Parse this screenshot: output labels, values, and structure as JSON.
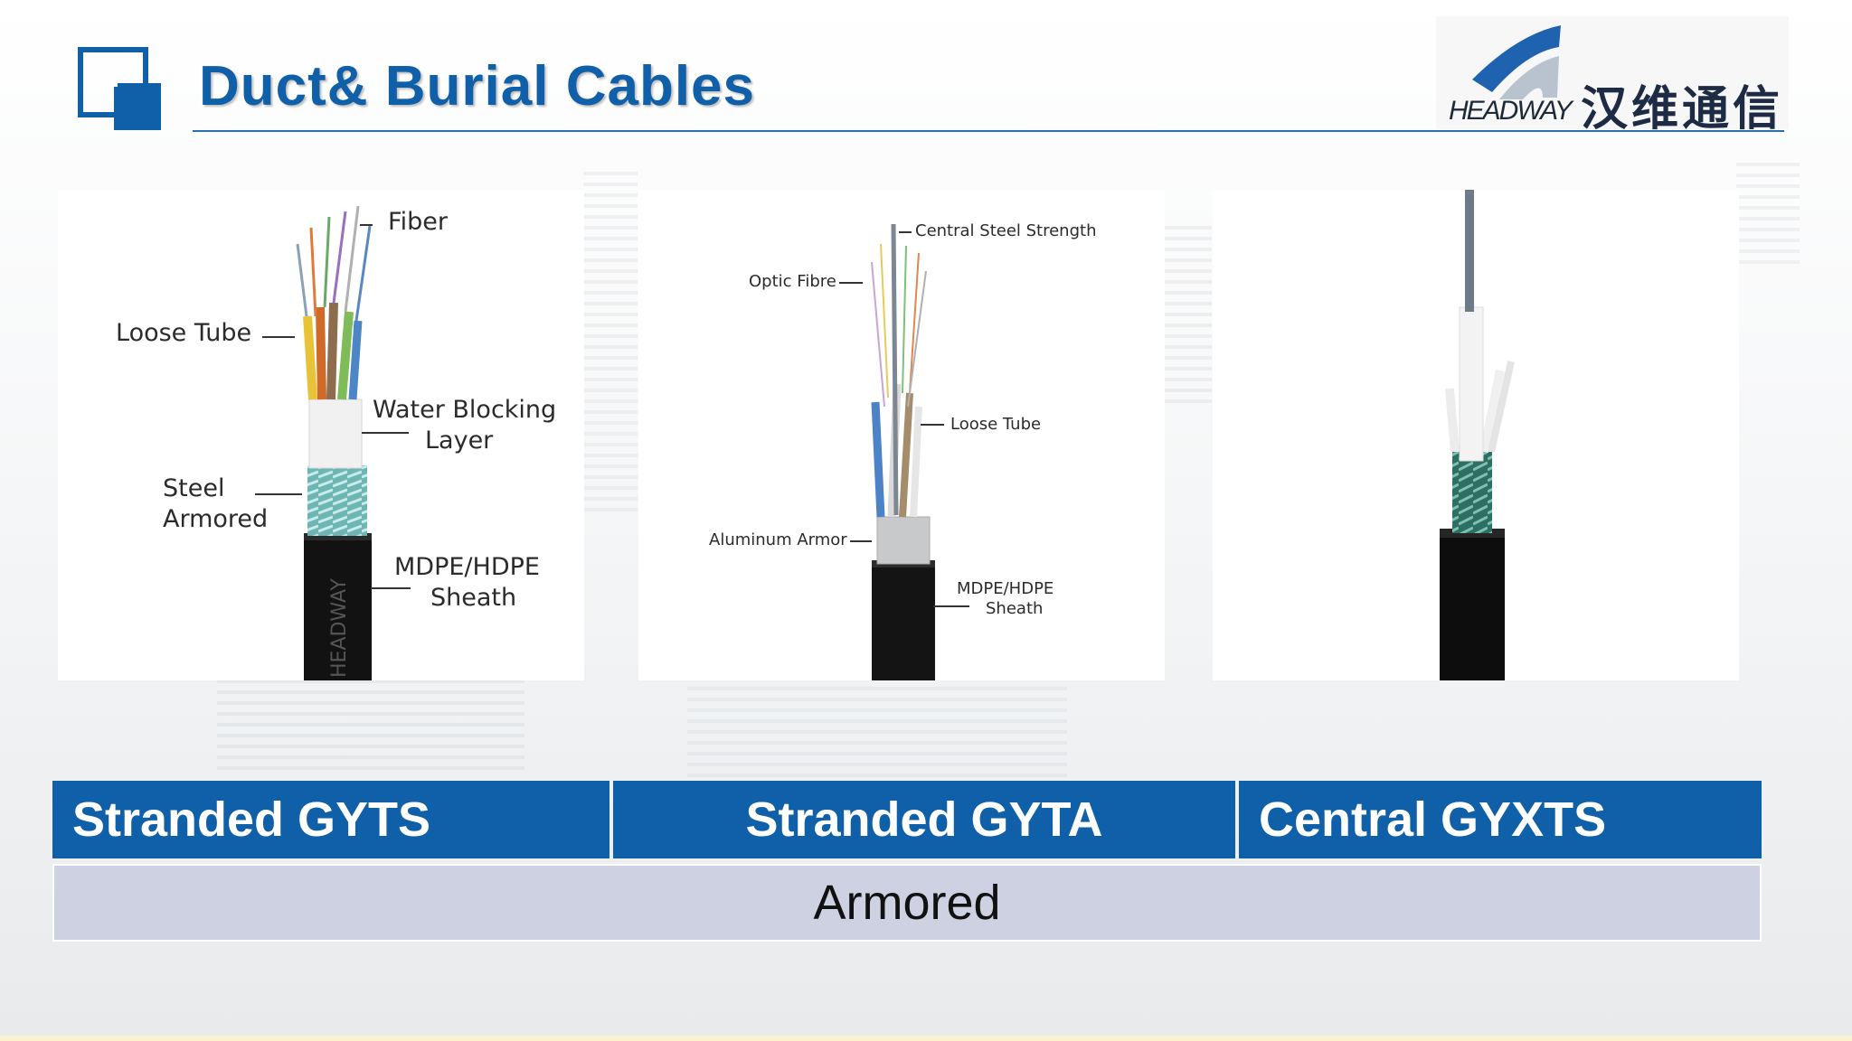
{
  "header": {
    "title": "Duct& Burial Cables",
    "logo_en": "HEADWAY",
    "logo_cn": "汉维通信",
    "accent_color": "#0f5fa9"
  },
  "panels": [
    {
      "labels": {
        "fiber": "Fiber",
        "loose_tube": "Loose Tube",
        "water_blocking_1": "Water Blocking",
        "water_blocking_2": "Layer",
        "steel_1": "Steel",
        "steel_2": "Armored",
        "sheath_1": "MDPE/HDPE",
        "sheath_2": "Sheath",
        "jacket_print": "HEADWAY"
      }
    },
    {
      "labels": {
        "central_steel": "Central Steel Strength",
        "optic_fibre": "Optic Fibre",
        "loose_tube": "Loose Tube",
        "aluminum_armor": "Aluminum Armor",
        "sheath_1": "MDPE/HDPE",
        "sheath_2": "Sheath"
      }
    },
    {
      "labels": {}
    }
  ],
  "table": {
    "headers": [
      "Stranded GYTS",
      "Stranded GYTA",
      "Central GYXTS"
    ],
    "subrow": "Armored",
    "header_color": "#0f5fa9",
    "subrow_color": "#cdd1e2"
  }
}
